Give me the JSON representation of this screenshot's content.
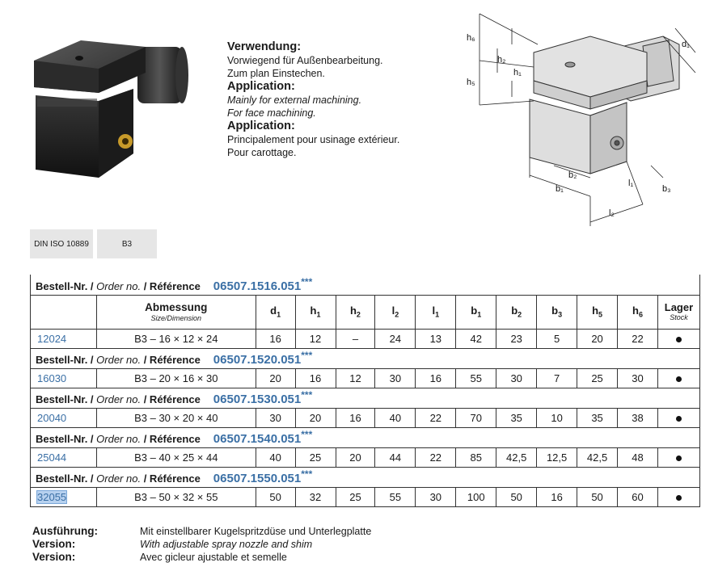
{
  "usage": {
    "de_heading": "Verwendung:",
    "de_line1": "Vorwiegend für Außenbearbeitung.",
    "de_line2": "Zum plan Einstechen.",
    "en_heading": "Application:",
    "en_line1": "Mainly for external machining.",
    "en_line2": "For face machining.",
    "fr_heading": "Application:",
    "fr_line1": "Principalement pour usinage extérieur.",
    "fr_line2": "Pour carottage."
  },
  "din": {
    "label": "DIN ISO 10889",
    "value": "B3"
  },
  "drawing_labels": {
    "h6": "h₆",
    "h2": "h₂",
    "h1": "h₁",
    "h5": "h₅",
    "d1": "d₁",
    "b2": "b₂",
    "b1": "b₁",
    "l1": "l₁",
    "l2": "l₂",
    "b3": "b₃"
  },
  "table": {
    "order_label_de": "Bestell-Nr. /",
    "order_label_en": "Order no.",
    "order_label_fr": "/ Référence",
    "header": {
      "abmessung": "Abmessung",
      "size_dim": "Size/Dimension",
      "d1": "d",
      "h1": "h",
      "h2": "h",
      "l2": "l",
      "l1": "l",
      "b1": "b",
      "b2": "b",
      "b3": "b",
      "h5": "h",
      "h6": "h",
      "s1": "1",
      "s2": "1",
      "s3": "2",
      "s4": "2",
      "s5": "1",
      "s6": "1",
      "s7": "2",
      "s8": "3",
      "s9": "5",
      "s10": "6",
      "lager": "Lager",
      "stock": "Stock"
    },
    "groups": [
      {
        "order": "06507.1516.051",
        "stars": "***",
        "code": "12024",
        "dim": "B3 – 16 × 12 × 24",
        "d1": "16",
        "h1": "12",
        "h2": "–",
        "l2": "24",
        "l1": "13",
        "b1": "42",
        "b2": "23",
        "b3": "5",
        "h5": "20",
        "h6": "22"
      },
      {
        "order": "06507.1520.051",
        "stars": "***",
        "code": "16030",
        "dim": "B3 – 20 × 16 × 30",
        "d1": "20",
        "h1": "16",
        "h2": "12",
        "l2": "30",
        "l1": "16",
        "b1": "55",
        "b2": "30",
        "b3": "7",
        "h5": "25",
        "h6": "30"
      },
      {
        "order": "06507.1530.051",
        "stars": "***",
        "code": "20040",
        "dim": "B3 – 30 × 20 × 40",
        "d1": "30",
        "h1": "20",
        "h2": "16",
        "l2": "40",
        "l1": "22",
        "b1": "70",
        "b2": "35",
        "b3": "10",
        "h5": "35",
        "h6": "38"
      },
      {
        "order": "06507.1540.051",
        "stars": "***",
        "code": "25044",
        "dim": "B3 – 40 × 25 × 44",
        "d1": "40",
        "h1": "25",
        "h2": "20",
        "l2": "44",
        "l1": "22",
        "b1": "85",
        "b2": "42,5",
        "b3": "12,5",
        "h5": "42,5",
        "h6": "48"
      },
      {
        "order": "06507.1550.051",
        "stars": "***",
        "code": "32055",
        "dim": "B3 – 50 × 32 × 55",
        "d1": "50",
        "h1": "32",
        "h2": "25",
        "l2": "55",
        "l1": "30",
        "b1": "100",
        "b2": "50",
        "b3": "16",
        "h5": "50",
        "h6": "60"
      }
    ]
  },
  "footer": {
    "de_key": "Ausführung:",
    "de_val": "Mit einstellbarer Kugelspritzdüse und Unterlegplatte",
    "en_key": "Version:",
    "en_val": "With adjustable spray nozzle and shim",
    "fr_key": "Version:",
    "fr_val": "Avec gicleur ajustable et semelle"
  }
}
